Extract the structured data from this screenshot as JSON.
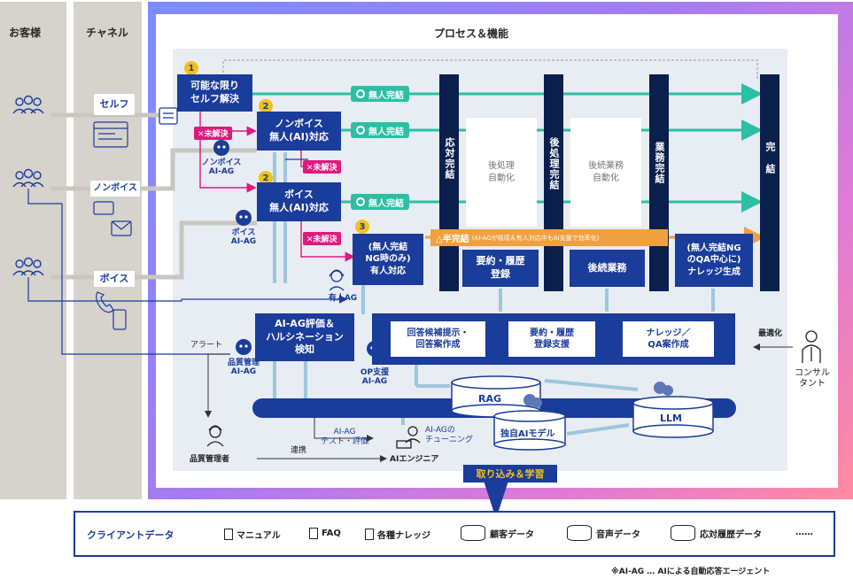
{
  "columns": {
    "customer": "お客様",
    "channel": "チャネル",
    "process": "プロセス＆機能"
  },
  "channels": {
    "self": "セルフ",
    "nonvoice": "ノンボイス",
    "voice": "ボイス"
  },
  "steps": {
    "self_solve": {
      "num": "1",
      "label": "可能な限り\nセルフ解決"
    },
    "nonvoice_ai": {
      "num": "2",
      "label": "ノンボイス\n無人(AI)対応"
    },
    "voice_ai": {
      "num": "2",
      "label": "ボイス\n無人(AI)対応"
    },
    "human": {
      "num": "3",
      "label": "(無人完結\nNG時のみ)\n有人対応"
    }
  },
  "unsolved": "✕未解決",
  "unmanned_done": "無人完結",
  "half_done": {
    "main": "△半完結",
    "sub": "(AI-AGが吸収＆有人対応中もAI支援で効率化)"
  },
  "agents": {
    "nonvoice": "ノンボイス\nAI-AG",
    "voice": "ボイス\nAI-AG",
    "human": "有人AG",
    "quality": "品質管理\nAI-AG",
    "op_support": "OP支援\nAI-AG"
  },
  "vertical_bars": {
    "response_done": "応対完結",
    "post_done": "後処理完結",
    "business_done": "業務完結",
    "complete": "完結"
  },
  "ghost_boxes": {
    "post_auto": "後処理\n自動化",
    "followup_auto": "後続業務\n自動化"
  },
  "task_boxes": {
    "summary": "要約・履歴\n登録",
    "followup": "後続業務",
    "knowledge": "(無人完結NG\nのQA中心に)\nナレッジ生成"
  },
  "eval_box": "AI-AG評価＆\nハルシネーション\n検知",
  "support_boxes": {
    "answer": "回答候補提示・\n回答案作成",
    "summary": "要約・履歴\n登録支援",
    "knowledge": "ナレッジ／\nQA案作成"
  },
  "alert": "アラート",
  "optimize": "最適化",
  "consultant": "コンサル\nタント",
  "rag": "RAG",
  "llm": "LLM",
  "own_model": "独自AIモデル",
  "test_eval": "AI-AG\nテスト・評価",
  "tuning": "AI-AGの\nチューニング",
  "quality_manager": "品質管理者",
  "collab": "連携",
  "ai_engineer": "AIエンジニア",
  "learn": "取り込み＆学習",
  "client_data": {
    "title": "クライアントデータ",
    "items": [
      "マニュアル",
      "FAQ",
      "各種ナレッジ",
      "顧客データ",
      "音声データ",
      "応対履歴データ",
      "……"
    ]
  },
  "footnote": "※AI-AG … AIによる自動応答エージェント"
}
